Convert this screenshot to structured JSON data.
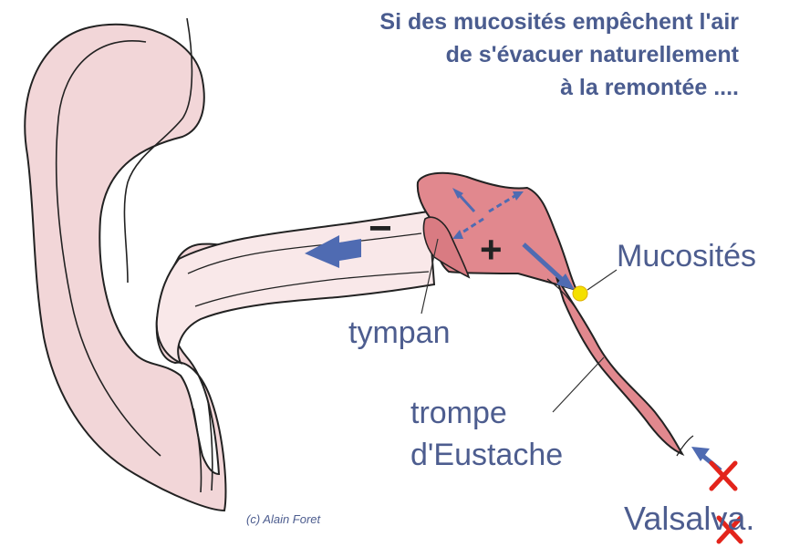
{
  "title": {
    "line1": "Si des mucosités  empêchent l'air",
    "line2": "de s'évacuer naturellement",
    "line3": "à la remontée ...."
  },
  "signs": {
    "minus": "−",
    "plus": "+"
  },
  "labels": {
    "mucosites": "Mucosités",
    "tympan": "tympan",
    "trompe_line1": "trompe",
    "trompe_line2": "d'Eustache",
    "valsalva": "Valsalva."
  },
  "credit": "(c) Alain Foret",
  "colors": {
    "ear_fill": "#f2d6d8",
    "canal_fill": "#f9e8e9",
    "middle_ear": "#e1888e",
    "arrow": "#4f6bb2",
    "text": "#4d5d8f",
    "mucus": "#f4e000",
    "cross": "#e3241b"
  }
}
